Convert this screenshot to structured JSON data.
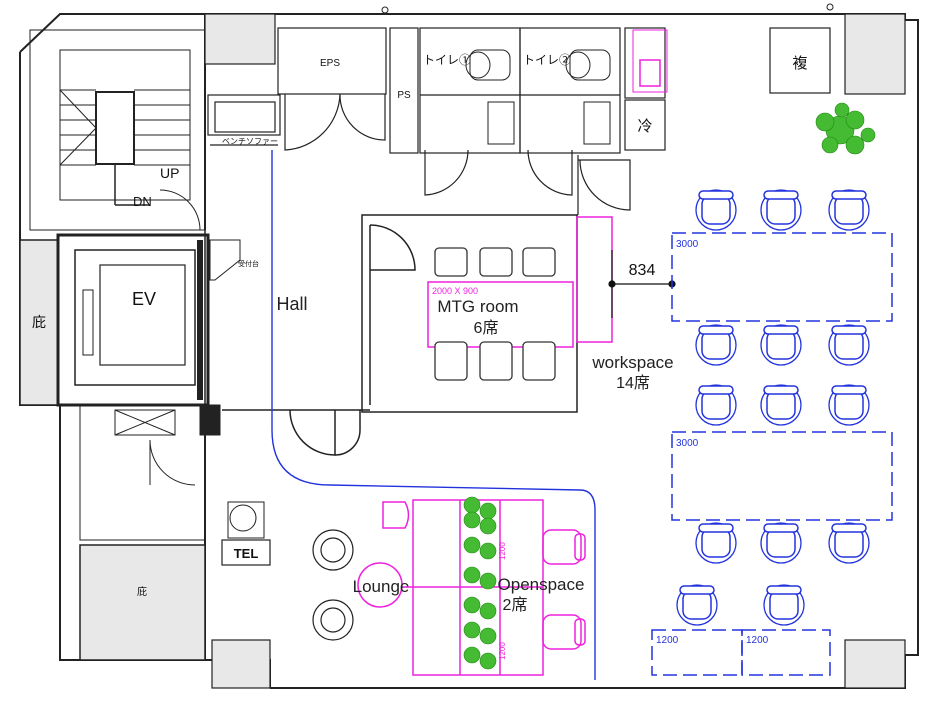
{
  "rooms": {
    "eps": "EPS",
    "ps": "PS",
    "toilet1": "トイレ①",
    "toilet2": "トイレ②",
    "fridge": "冷",
    "copier": "複",
    "up": "UP",
    "dn": "DN",
    "ev": "EV",
    "storage_left": "庇",
    "storage_bottom": "庇",
    "bench_sofa": "ベンチソファー",
    "reception": "受付台",
    "hall": "Hall",
    "mtg_room": "MTG  room",
    "mtg_seats": "6席",
    "mtg_table_size": "2000 X 900",
    "workspace": "workspace",
    "workspace_seats": "14席",
    "dimension": "834",
    "table_3000_top": "3000",
    "table_3000_bottom": "3000",
    "table_1200_left": "1200",
    "table_1200_right": "1200",
    "lounge": "Lounge",
    "openspace": "Openspace",
    "openspace_seats": "2席",
    "tel": "TEL",
    "bench_dim_a": "1200",
    "bench_dim_b": "1200"
  },
  "colors": {
    "wall": "#222222",
    "blue": "#2233dd",
    "magenta": "#ee22dd",
    "plant": "#33aa22",
    "pillar_fill": "#e8e8e8"
  }
}
